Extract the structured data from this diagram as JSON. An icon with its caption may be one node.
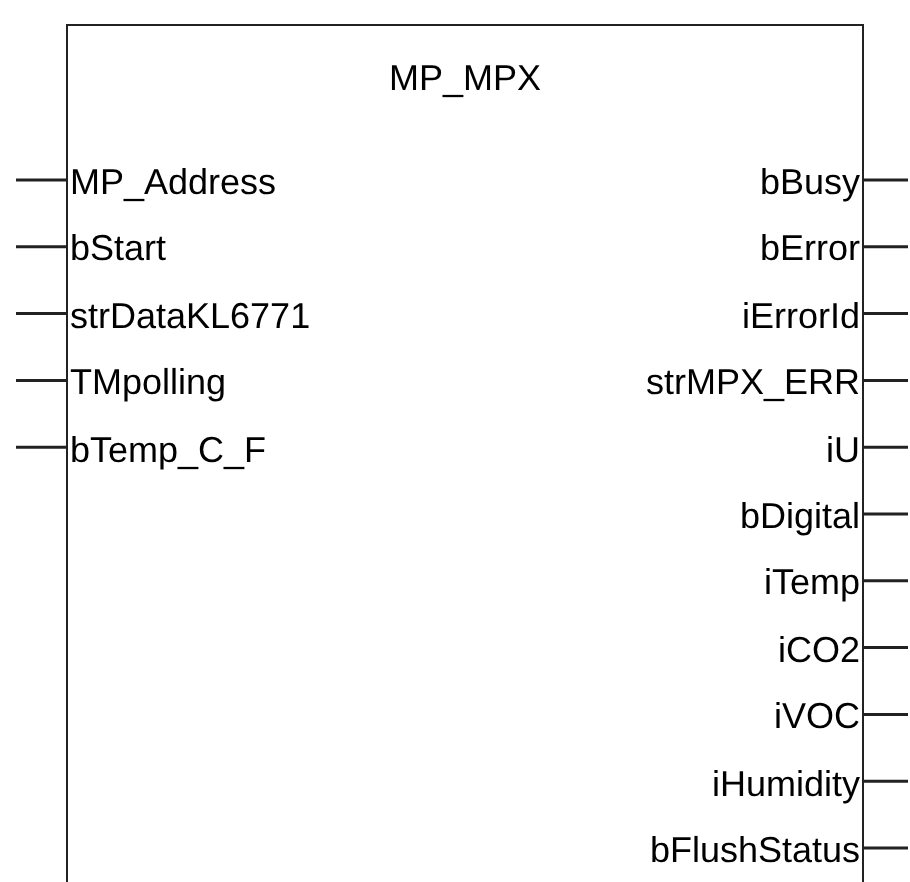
{
  "diagram": {
    "nodes": [
      {
        "text": [
          "MP_MPX"
        ]
      },
      {
        "text": [
          "MP_Address"
        ],
        "in": 0
      },
      {
        "text": [
          "bStart"
        ],
        "in": 0
      },
      {
        "text": [
          "strDataKL6771"
        ],
        "in": 0
      },
      {
        "text": [
          "TMpolling"
        ],
        "in": 0
      },
      {
        "text": [
          "bTemp_C_F"
        ],
        "in": 0
      },
      {
        "text": [
          "bBusy"
        ],
        "in": 0
      },
      {
        "text": [
          "bError"
        ],
        "in": 0
      },
      {
        "text": [
          "iErrorId"
        ],
        "in": 0
      },
      {
        "text": [
          "strMPX_ERR"
        ],
        "in": 0
      },
      {
        "text": [
          "iU"
        ],
        "in": 0
      },
      {
        "text": [
          "bDigital"
        ],
        "in": 0
      },
      {
        "text": [
          "iTemp"
        ],
        "in": 0
      },
      {
        "text": [
          "iCO2"
        ],
        "in": 0
      },
      {
        "text": [
          "iVOC"
        ],
        "in": 0
      },
      {
        "text": [
          "iHumidity"
        ],
        "in": 0
      },
      {
        "text": [
          "bFlushStatus"
        ],
        "in": 0
      }
    ],
    "edges": [
      {
        "from": null,
        "to": 1,
        "arrow": "none"
      },
      {
        "from": null,
        "to": 2,
        "arrow": "none"
      },
      {
        "from": null,
        "to": 3,
        "arrow": "none"
      },
      {
        "from": null,
        "to": 4,
        "arrow": "none"
      },
      {
        "from": null,
        "to": 5,
        "arrow": "none"
      },
      {
        "from": 6,
        "to": null,
        "arrow": "none"
      },
      {
        "from": 7,
        "to": null,
        "arrow": "none"
      },
      {
        "from": 8,
        "to": null,
        "arrow": "none"
      },
      {
        "from": 9,
        "to": null,
        "arrow": "none"
      },
      {
        "from": 10,
        "to": null,
        "arrow": "none"
      },
      {
        "from": 11,
        "to": null,
        "arrow": "none"
      },
      {
        "from": 12,
        "to": null,
        "arrow": "none"
      },
      {
        "from": 13,
        "to": null,
        "arrow": "none"
      },
      {
        "from": 14,
        "to": null,
        "arrow": "none"
      },
      {
        "from": 15,
        "to": null,
        "arrow": "none"
      },
      {
        "from": 16,
        "to": null,
        "arrow": "none"
      }
    ]
  }
}
